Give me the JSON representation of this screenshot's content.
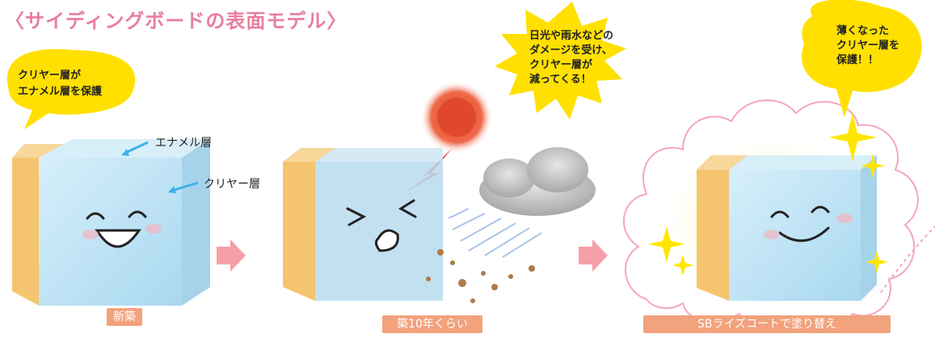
{
  "title": "〈サイディングボードの表面モデル〉",
  "bubbles": {
    "left": [
      "クリヤー層が",
      "エナメル層を保護"
    ],
    "middle": [
      "日光や雨水などの",
      "ダメージを受け、",
      "クリヤー層が",
      "減ってくる！"
    ],
    "right": [
      "薄くなった",
      "クリヤー層を",
      "保護！！"
    ]
  },
  "callouts": {
    "enamel": "エナメル層",
    "clear": "クリヤー層"
  },
  "stages": {
    "stage1": "新築",
    "stage2": "築10年くらい",
    "stage3": "SBライズコートで塗り替え"
  },
  "colors": {
    "title": "#e87e9d",
    "bubble": "#ffe000",
    "pill": "#f2a27c",
    "arrow": "#f5a0a8",
    "cube_front": "#bfe3f5",
    "cube_side": "#f5c46e",
    "sun": "#e0482c",
    "cloud": "#b5b5b5",
    "thought_cloud": "#f4a8b8"
  },
  "icons": [
    "sun-icon",
    "rain-cloud-icon",
    "lightning-icon",
    "sparkle-icon",
    "arrow-right-icon"
  ]
}
